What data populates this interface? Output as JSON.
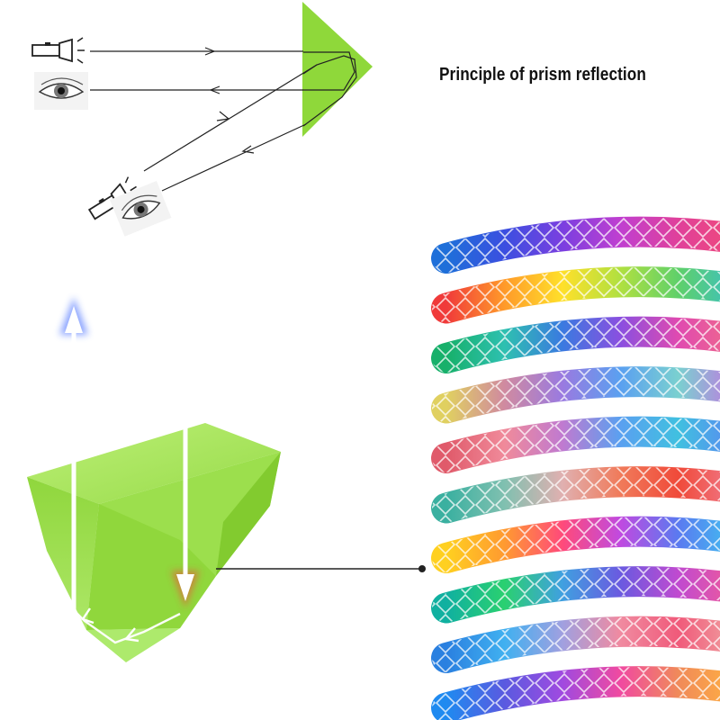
{
  "title": "Principle of prism reflection",
  "colors": {
    "prism_green": "#8fd83a",
    "ray_blue": "#2f5bff",
    "ray_red": "#ff3a3a",
    "line": "#222222"
  },
  "icons": {
    "top_left_source": "flashlight-icon",
    "top_left_viewer": "eye-icon",
    "angled_source": "flashlight-icon",
    "angled_viewer": "eye-icon"
  },
  "tape_strips": [
    {
      "name": "strip-1",
      "colors": [
        "#1e6fd9",
        "#3b4fe0",
        "#7a3fe0",
        "#c03fd0",
        "#e0409a",
        "#f04a7a"
      ]
    },
    {
      "name": "strip-2",
      "colors": [
        "#f03a3a",
        "#ff9a2a",
        "#ffe02a",
        "#b0e040",
        "#5fd06a",
        "#3cc0c0"
      ]
    },
    {
      "name": "strip-3",
      "colors": [
        "#17b06a",
        "#2ec0b0",
        "#3a7ae0",
        "#8a4fe0",
        "#e04ab0",
        "#f06a8a"
      ]
    },
    {
      "name": "strip-4",
      "colors": [
        "#e0d060",
        "#d08aa0",
        "#9a7ae0",
        "#5aa0f0",
        "#7ad0d0",
        "#c07ae0"
      ]
    },
    {
      "name": "strip-5",
      "colors": [
        "#e05a6a",
        "#f08a9a",
        "#c07ad0",
        "#5aa0f0",
        "#40c0e0",
        "#5a8af0"
      ]
    },
    {
      "name": "strip-6",
      "colors": [
        "#3ab0a0",
        "#80c0b0",
        "#e0b0b0",
        "#f07a5a",
        "#f04a3a",
        "#f07a8a"
      ]
    },
    {
      "name": "strip-7",
      "colors": [
        "#ffd020",
        "#ff9a30",
        "#ff4a7a",
        "#c04ae0",
        "#5a7af0",
        "#40c0f0"
      ]
    },
    {
      "name": "strip-8",
      "colors": [
        "#10b0a0",
        "#2ad070",
        "#40a0e0",
        "#6a5ae0",
        "#c04ad0",
        "#f05a9a"
      ]
    },
    {
      "name": "strip-9",
      "colors": [
        "#2a80e0",
        "#40b0f0",
        "#a0a0e0",
        "#f08aa0",
        "#f05a7a",
        "#f0a0a0"
      ]
    },
    {
      "name": "strip-10",
      "colors": [
        "#1f8af0",
        "#5a5ae0",
        "#a04ae0",
        "#f04aa0",
        "#f08a5a",
        "#ffb040"
      ]
    }
  ]
}
